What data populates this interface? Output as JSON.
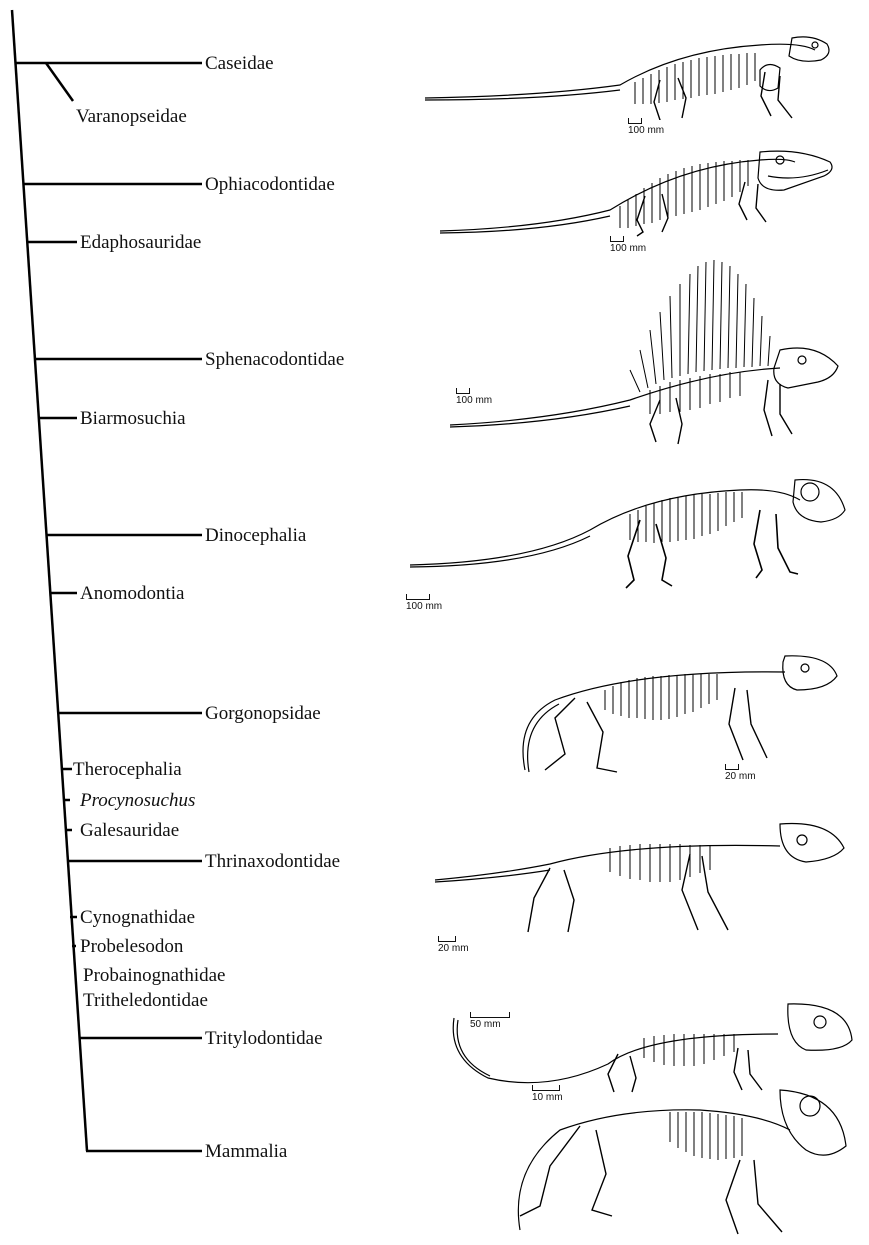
{
  "taxa": {
    "caseidae": "Caseidae",
    "varanopseidae": "Varanopseidae",
    "ophiacodontidae": "Ophiacodontidae",
    "edaphosauridae": "Edaphosauridae",
    "sphenacodontidae": "Sphenacodontidae",
    "biarmosuchia": "Biarmosuchia",
    "dinocephalia": "Dinocephalia",
    "anomodontia": "Anomodontia",
    "gorgonopsidae": "Gorgonopsidae",
    "therocephalia": "Therocephalia",
    "procynosuchus": "Procynosuchus",
    "galesauridae": "Galesauridae",
    "thrinaxodontidae": "Thrinaxodontidae",
    "cynognathidae": "Cynognathidae",
    "probelesodon": "Probelesodon",
    "probainognathidae": "Probainognathidae",
    "tritheledontidae": "Tritheledontidae",
    "tritylodontidae": "Tritylodontidae",
    "mammalia": "Mammalia"
  },
  "scales": {
    "caseid": "100 mm",
    "ophiacodont": "100 mm",
    "sphenacodont": "100 mm",
    "dinocephalian": "100 mm",
    "gorgonopsian": "20 mm",
    "thrinaxodont": "20 mm",
    "tritylodont": "50 mm",
    "mammal": "10 mm"
  }
}
